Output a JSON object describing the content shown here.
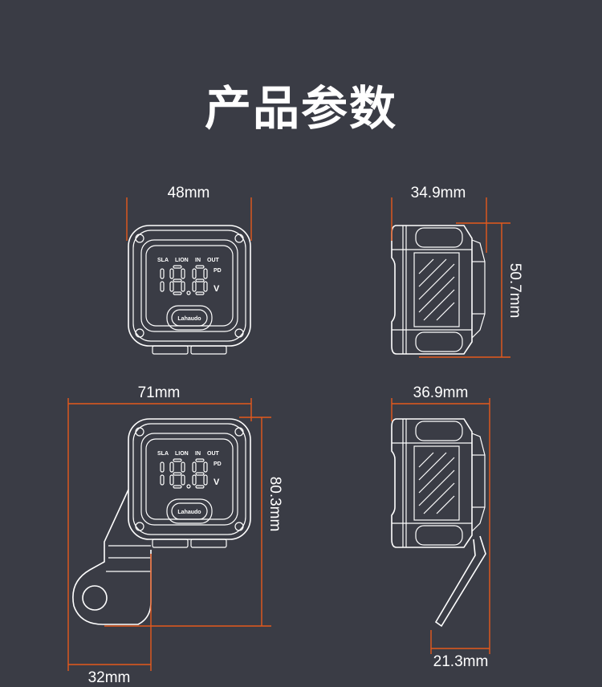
{
  "title": "产品参数",
  "device_labels": {
    "sla": "SLA",
    "lion": "LION",
    "in": "IN",
    "out": "OUT",
    "pd": "PD",
    "unit": "V",
    "logo": "Lahaudo"
  },
  "dimensions": {
    "front_width": "48mm",
    "side_depth": "34.9mm",
    "side_height": "50.7mm",
    "bracket_width": "71mm",
    "bracket_height": "80.3mm",
    "bracket_side_depth": "36.9mm",
    "bracket_hole": "32mm",
    "bracket_offset": "21.3mm"
  },
  "colors": {
    "background": "#3a3c45",
    "dimension_line": "#e5591c",
    "outline": "#ffffff"
  }
}
